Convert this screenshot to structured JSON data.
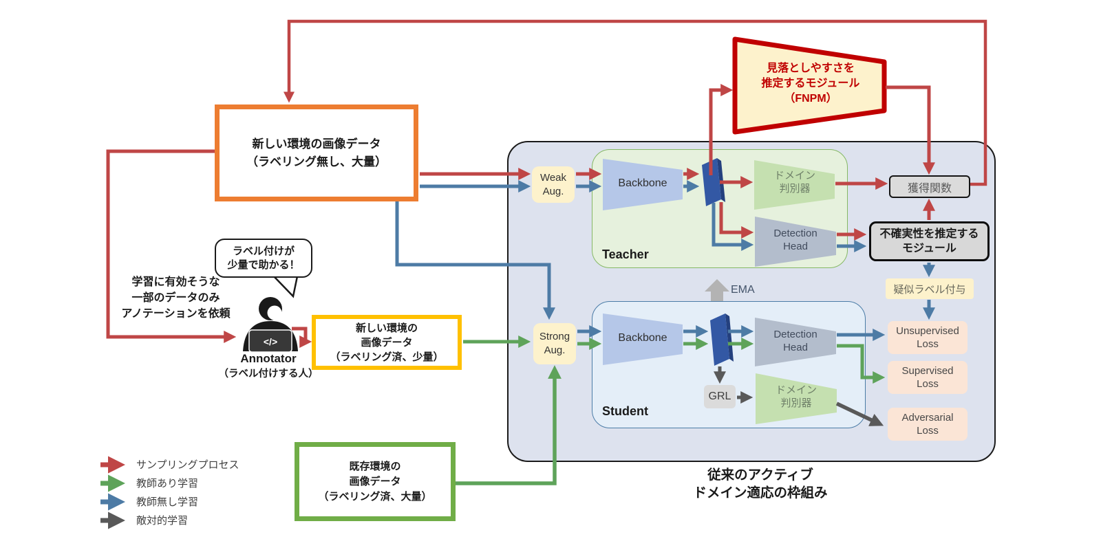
{
  "colors": {
    "red": "#bf4646",
    "dark_red": "#c00000",
    "blue": "#4d7ba5",
    "green": "#5ea35a",
    "gray": "#595959",
    "orange": "#ed7d31",
    "gold": "#ffc000",
    "green_border": "#70ad47",
    "cream": "#fdf2cc",
    "peach": "#fbe5d6",
    "container_bg": "#dde2ee",
    "container_border": "#1a1a1a",
    "teacher_bg": "#e6f1dd",
    "teacher_border": "#85b864",
    "student_bg": "#e4eef8",
    "student_border": "#4a7ba6",
    "backbone_fill": "#b5c7e8",
    "disc_fill": "#c5e0b0",
    "head_fill": "#b3bdcc",
    "slab_main": "#3358a4",
    "slab_side": "#24407e",
    "gray_box": "#dbdbdb",
    "ema_gray": "#b3b3b3",
    "ink": "#1a1a1a",
    "white": "#ffffff"
  },
  "nodes": {
    "unlabeled": {
      "line1": "新しい環境の画像データ",
      "line2": "（ラベリング無し、大量）"
    },
    "labeled_new": {
      "line1": "新しい環境の",
      "line2": "画像データ",
      "line3": "（ラベリング済、少量）"
    },
    "source": {
      "line1": "既存環境の",
      "line2": "画像データ",
      "line3": "（ラベリング済、大量）"
    },
    "fnpm": {
      "line1": "見落としやすさを",
      "line2": "推定するモジュール",
      "line3": "（FNPM）"
    },
    "acquisition": "獲得関数",
    "uncertainty": {
      "line1": "不確実性を推定する",
      "line2": "モジュール"
    },
    "pseudo": "疑似ラベル付与",
    "weak_aug": {
      "line1": "Weak",
      "line2": "Aug."
    },
    "strong_aug": {
      "line1": "Strong",
      "line2": "Aug."
    },
    "grl": "GRL",
    "ema": "EMA",
    "loss_unsup": {
      "line1": "Unsupervised",
      "line2": "Loss"
    },
    "loss_sup": {
      "line1": "Supervised",
      "line2": "Loss"
    },
    "loss_adv": {
      "line1": "Adversarial",
      "line2": "Loss"
    }
  },
  "teacher": {
    "title": "Teacher",
    "backbone": "Backbone",
    "disc1": "ドメイン",
    "disc2": "判別器",
    "head1": "Detection",
    "head2": "Head"
  },
  "student": {
    "title": "Student",
    "backbone": "Backbone",
    "disc1": "ドメイン",
    "disc2": "判別器",
    "head1": "Detection",
    "head2": "Head"
  },
  "annotator": {
    "speech1": "ラベル付けが",
    "speech2": "少量で助かる！",
    "req1": "学習に有効そうな",
    "req2": "一部のデータのみ",
    "req3": "アノテーションを依頼",
    "name": "Annotator",
    "role": "（ラベル付けする人）",
    "laptop": "</>"
  },
  "legend": {
    "items": [
      {
        "color": "red",
        "label": "サンプリングプロセス"
      },
      {
        "color": "green",
        "label": "教師あり学習"
      },
      {
        "color": "blue",
        "label": "教師無し学習"
      },
      {
        "color": "gray",
        "label": "敵対的学習"
      }
    ]
  },
  "caption": {
    "line1": "従来のアクティブ",
    "line2": "ドメイン適応の枠組み"
  }
}
